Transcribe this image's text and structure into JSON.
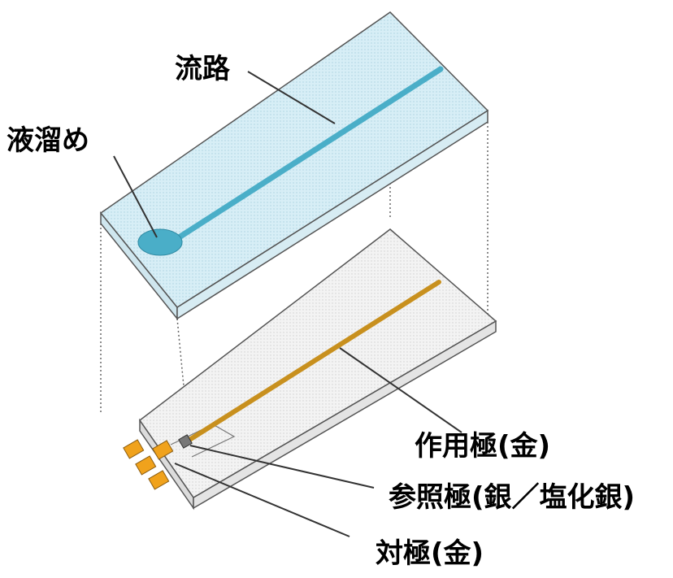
{
  "labels": {
    "channel": "流路",
    "reservoir": "液溜め",
    "working_electrode": "作用極(金)",
    "reference_electrode": "参照極(銀／塩化銀)",
    "counter_electrode": "対極(金)"
  },
  "colors": {
    "top_plate": "#d9eef5",
    "channel": "#4aaec8",
    "bottom_plate": "#f2f2f2",
    "gold": "#c8901e",
    "pad": "#f0a21c",
    "outline": "#555555"
  }
}
